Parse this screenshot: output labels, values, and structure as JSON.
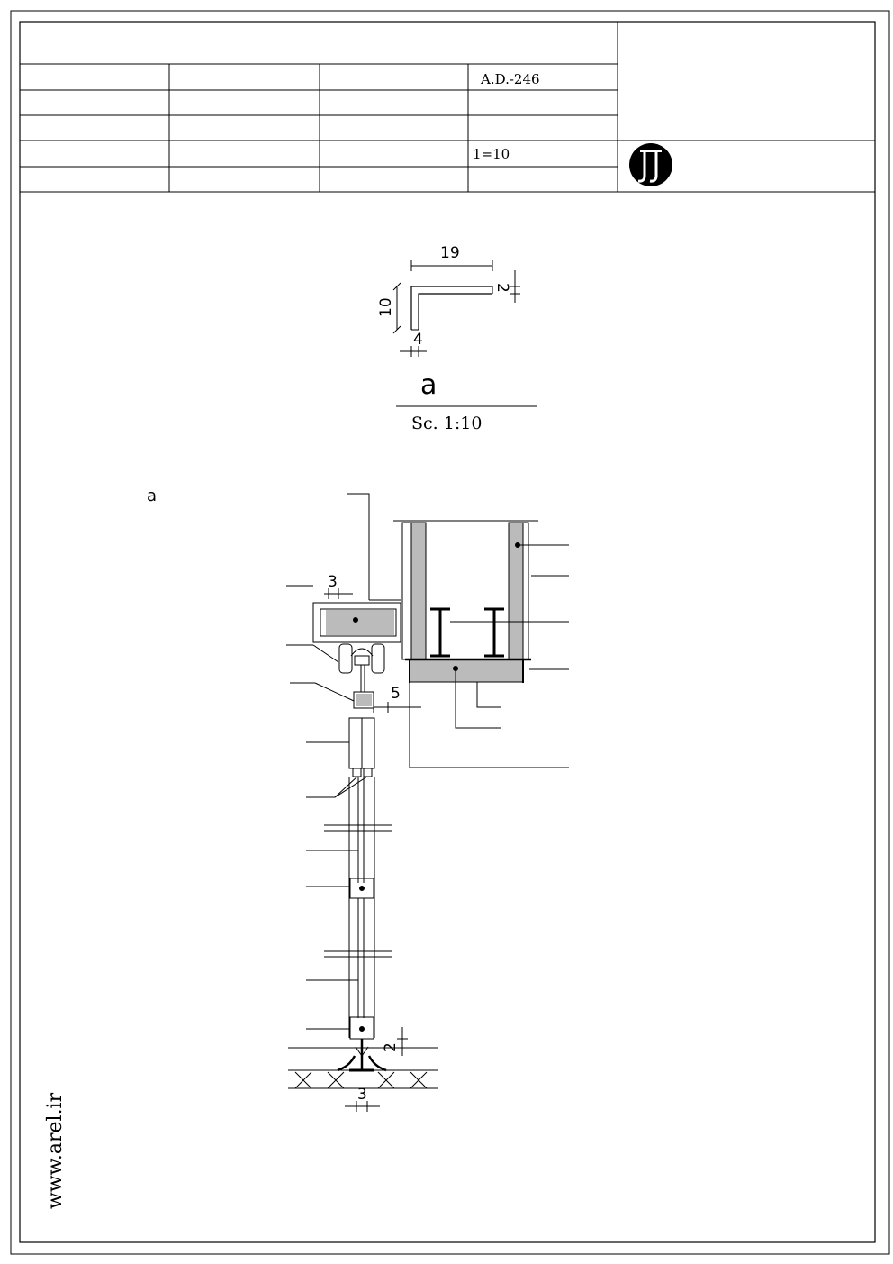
{
  "title_block": {
    "drawing_number": "A.D.-246",
    "scale": "1=10",
    "logo_icon": "jj-monogram-logo"
  },
  "detail": {
    "label": "a",
    "scale_label": "Sc. 1:10",
    "dims": {
      "width": "19",
      "height": "10",
      "thickness_top": "2",
      "thickness_leg": "4"
    }
  },
  "section": {
    "callout_label": "a",
    "dims": {
      "top_gap": "3",
      "side_gap": "5",
      "bottom_gap": "2",
      "bottom_width": "3"
    }
  },
  "website": "www.arel.ir"
}
